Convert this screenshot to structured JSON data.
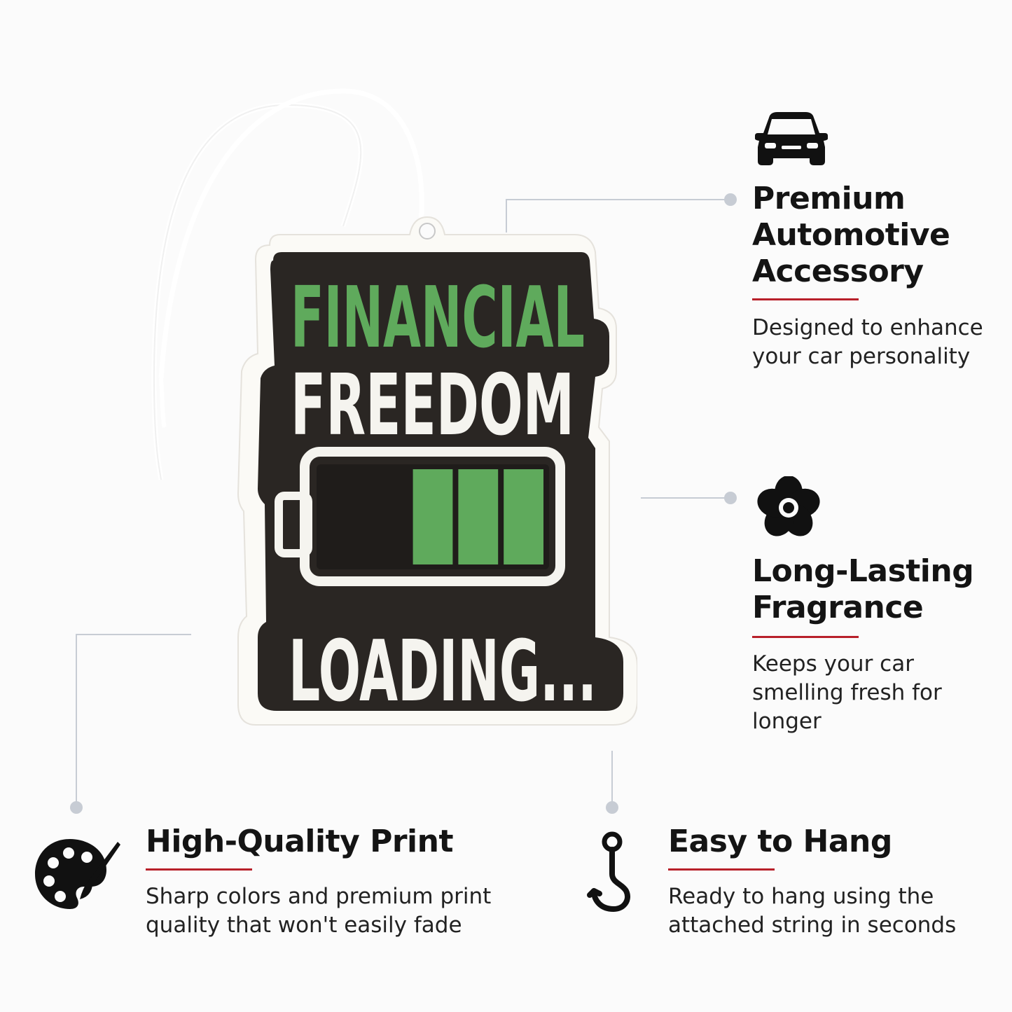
{
  "product": {
    "line1": "FINANCIAL",
    "line2": "FREEDOM",
    "line3": "LOADING...",
    "battery_level": 0.6
  },
  "features": [
    {
      "icon": "car-icon",
      "title": "Premium\nAutomotive\nAccessory",
      "desc": "Designed to enhance\nyour car personality"
    },
    {
      "icon": "flower-icon",
      "title": "Long-Lasting\nFragrance",
      "desc": "Keeps your car\nsmelling fresh for\nlonger"
    },
    {
      "icon": "palette-icon",
      "title": "High-Quality Print",
      "desc": "Sharp colors and premium print\nquality that won't easily fade"
    },
    {
      "icon": "hook-icon",
      "title": "Easy to Hang",
      "desc": "Ready to hang using the\nattached string in seconds"
    }
  ],
  "colors": {
    "accent_red": "#b8202a",
    "tag_green": "#5faa5c",
    "tag_dark": "#2a2623",
    "connector": "#c7ccd4"
  }
}
